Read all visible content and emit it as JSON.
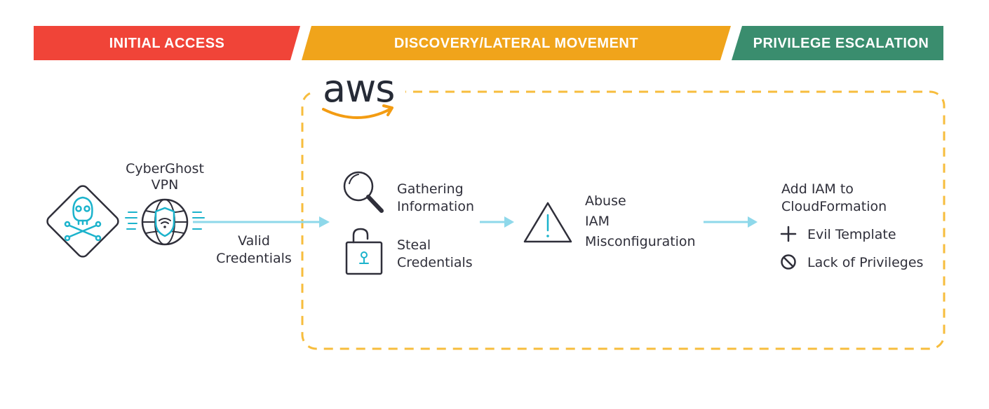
{
  "phases": {
    "initial_access": "INITIAL ACCESS",
    "discovery": "DISCOVERY/LATERAL MOVEMENT",
    "privilege_escalation": "PRIVILEGE ESCALATION"
  },
  "colors": {
    "initial_access": "#f04438",
    "discovery": "#f0a41b",
    "privilege_escalation": "#3a8d6e",
    "aws_border": "#f7bd3d",
    "aws_smile": "#f39c12",
    "arrow": "#8ed8ea",
    "icon_accent": "#1bb3cc"
  },
  "aws_logo": "aws",
  "attacker": {
    "icon": "skull-crossbones-icon",
    "vpn_label_line1": "CyberGhost",
    "vpn_label_line2": "VPN",
    "vpn_icon": "globe-shield-wifi-icon"
  },
  "edge_valid_credentials": {
    "line1": "Valid",
    "line2": "Credentials"
  },
  "steps": {
    "gathering": {
      "icon": "magnifier-icon",
      "line1": "Gathering",
      "line2": "Information"
    },
    "steal": {
      "icon": "unlocked-padlock-icon",
      "line1": "Steal",
      "line2": "Credentials"
    },
    "abuse": {
      "icon": "warning-triangle-icon",
      "line1": "Abuse",
      "line2": "IAM",
      "line3": "Misconfiguration"
    },
    "add_iam": {
      "line1": "Add IAM to",
      "line2": "CloudFormation"
    }
  },
  "outcomes": [
    {
      "icon": "plus-icon",
      "label": "Evil Template"
    },
    {
      "icon": "prohibited-icon",
      "label": "Lack of Privileges"
    }
  ]
}
